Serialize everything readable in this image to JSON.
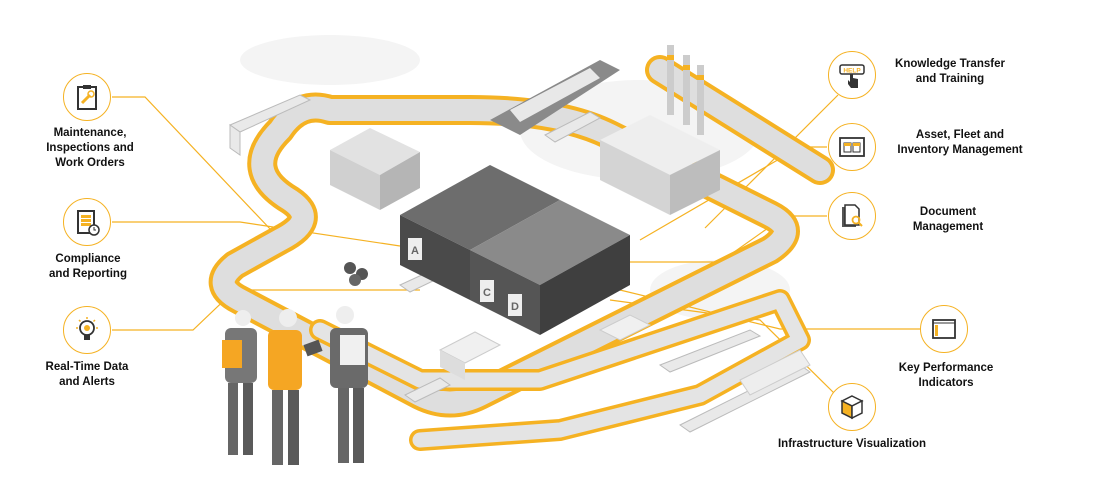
{
  "colors": {
    "accent": "#f5b223",
    "road": "#dcdcdc",
    "building_dark": "#4a4a4a",
    "text": "#111111"
  },
  "features_left": [
    {
      "icon": "clipboard-wrench-icon",
      "lines": [
        "Maintenance,",
        "Inspections and",
        "Work Orders"
      ]
    },
    {
      "icon": "report-clock-icon",
      "lines": [
        "Compliance",
        "and Reporting"
      ]
    },
    {
      "icon": "lightbulb-gear-icon",
      "lines": [
        "Real-Time Data",
        "and Alerts"
      ]
    }
  ],
  "features_right": [
    {
      "icon": "help-button-hand-icon",
      "icon_text": "HELP",
      "lines": [
        "Knowledge Transfer",
        "and Training"
      ]
    },
    {
      "icon": "database-window-icon",
      "lines": [
        "Asset, Fleet and",
        "Inventory Management"
      ]
    },
    {
      "icon": "document-search-icon",
      "lines": [
        "Document",
        "Management"
      ]
    },
    {
      "icon": "dashboard-window-icon",
      "lines": [
        "Key Performance",
        "Indicators"
      ]
    },
    {
      "icon": "cube-icon",
      "lines": [
        "Infrastructure Visualization"
      ]
    }
  ],
  "warehouse_doors": [
    "A",
    "C",
    "D"
  ]
}
